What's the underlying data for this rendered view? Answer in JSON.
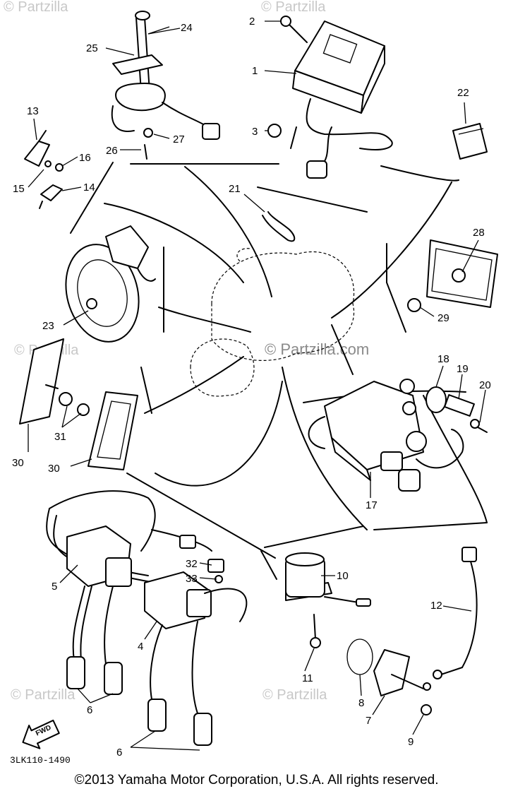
{
  "watermark": {
    "site_name": "© Partzilla"
  },
  "center_watermark": "© Partzilla.com",
  "diagram_code": "3LK110-1490",
  "fwd_label": "FWD",
  "callouts": [
    "1",
    "2",
    "3",
    "4",
    "5",
    "6",
    "6",
    "6",
    "7",
    "8",
    "9",
    "10",
    "11",
    "12",
    "13",
    "14",
    "15",
    "16",
    "17",
    "18",
    "19",
    "20",
    "21",
    "22",
    "23",
    "24",
    "25",
    "26",
    "27",
    "28",
    "29",
    "30",
    "30",
    "31",
    "32",
    "33"
  ],
  "copyright": "©2013 Yamaha Motor Corporation, U.S.A. All rights reserved."
}
